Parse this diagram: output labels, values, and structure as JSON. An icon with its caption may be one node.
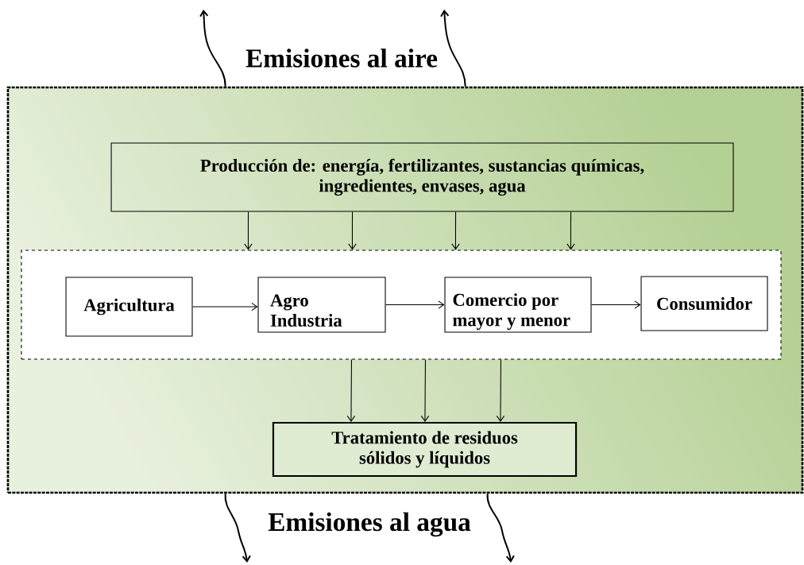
{
  "diagram": {
    "nodes": [
      {
        "text": [],
        "shape": "box"
      },
      {
        "text": [
          "Producción de: energía, fertilizantes, sustancias químicas, ingredientes, envases, agua"
        ],
        "in": 0
      },
      {
        "text": [],
        "shape": "box",
        "in": 0
      },
      {
        "text": [
          "Agricultura"
        ],
        "in": 2
      },
      {
        "text": [
          "Agro Industria"
        ],
        "in": 2
      },
      {
        "text": [
          "Comercio por mayor y menor"
        ],
        "in": 2
      },
      {
        "text": [
          "Consumidor"
        ],
        "in": 2
      },
      {
        "text": [
          "Tratamiento de residuos sólidos y líquidos"
        ],
        "in": 0
      }
    ],
    "edges": [
      {
        "from": 1,
        "to": 2,
        "arrow": "to"
      },
      {
        "from": 1,
        "to": 2,
        "arrow": "to"
      },
      {
        "from": 1,
        "to": 2,
        "arrow": "to"
      },
      {
        "from": 1,
        "to": 2,
        "arrow": "to"
      },
      {
        "from": 3,
        "to": 4,
        "arrow": "to"
      },
      {
        "from": 4,
        "to": 5,
        "arrow": "to"
      },
      {
        "from": 5,
        "to": 6,
        "arrow": "to"
      },
      {
        "from": 2,
        "to": 7,
        "arrow": "to"
      },
      {
        "from": 2,
        "to": 7,
        "arrow": "to"
      },
      {
        "from": 2,
        "to": 7,
        "arrow": "to"
      },
      {
        "from": 0,
        "to": null,
        "arrow": "to"
      },
      {
        "from": 0,
        "to": null,
        "arrow": "to"
      },
      {
        "from": 0,
        "to": null,
        "arrow": "to"
      },
      {
        "from": 0,
        "to": null,
        "arrow": "to"
      }
    ],
    "labels": [
      "Emisiones al aire",
      "Emisiones al agua"
    ]
  }
}
